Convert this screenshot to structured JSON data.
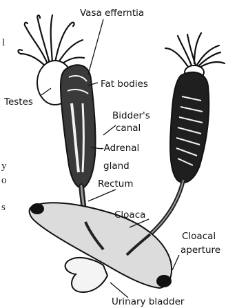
{
  "labels": {
    "vasa_efferentia": "Vasa efferntia",
    "testes": "Testes",
    "fat_bodies": "Fat bodies",
    "bidders_canal_1": "Bidder's",
    "bidders_canal_2": "canal",
    "adrenal_gland_1": "-Adrenal",
    "adrenal_gland_2": "gland",
    "rectum": "Rectum",
    "cloaca": "Cloaca",
    "cloacal_aperture_1": "Cloacal",
    "cloacal_aperture_2": "aperture",
    "urinary_bladder": "Urinary bladder"
  },
  "edge_text": {
    "l1": "l",
    "l2": "y",
    "l3": "o",
    "l4": "s"
  }
}
